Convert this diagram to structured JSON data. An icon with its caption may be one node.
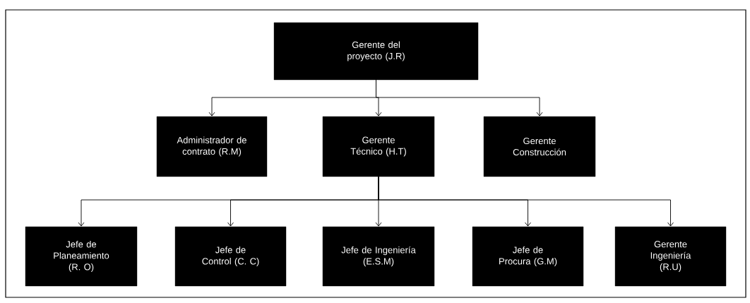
{
  "diagram": {
    "nodes": [
      {
        "text": [
          "Gerente del proyecto (J.R)"
        ]
      },
      {
        "text": [
          "Administrador de contrato (R.M)"
        ]
      },
      {
        "text": [
          "Gerente Técnico (H.T)"
        ]
      },
      {
        "text": [
          "Gerente Construcción"
        ]
      },
      {
        "text": [
          "Jefe de Planeamiento (R. O)"
        ]
      },
      {
        "text": [
          "Jefe de Control (C. C)"
        ]
      },
      {
        "text": [
          "Jefe de Ingeniería (E.S.M)"
        ]
      },
      {
        "text": [
          "Jefe de Procura (G.M)"
        ]
      },
      {
        "text": [
          "Gerente Ingeniería (R.U)"
        ]
      }
    ],
    "edges": [
      {
        "from": 0,
        "to": 1,
        "arrow": "to"
      },
      {
        "from": 0,
        "to": 2,
        "arrow": "to"
      },
      {
        "from": 0,
        "to": 3,
        "arrow": "to"
      },
      {
        "from": 2,
        "to": 4,
        "arrow": "to"
      },
      {
        "from": 2,
        "to": 5,
        "arrow": "to"
      },
      {
        "from": 2,
        "to": 6,
        "arrow": "to"
      },
      {
        "from": 2,
        "to": 7,
        "arrow": "to"
      },
      {
        "from": 2,
        "to": 8,
        "arrow": "to"
      }
    ]
  }
}
